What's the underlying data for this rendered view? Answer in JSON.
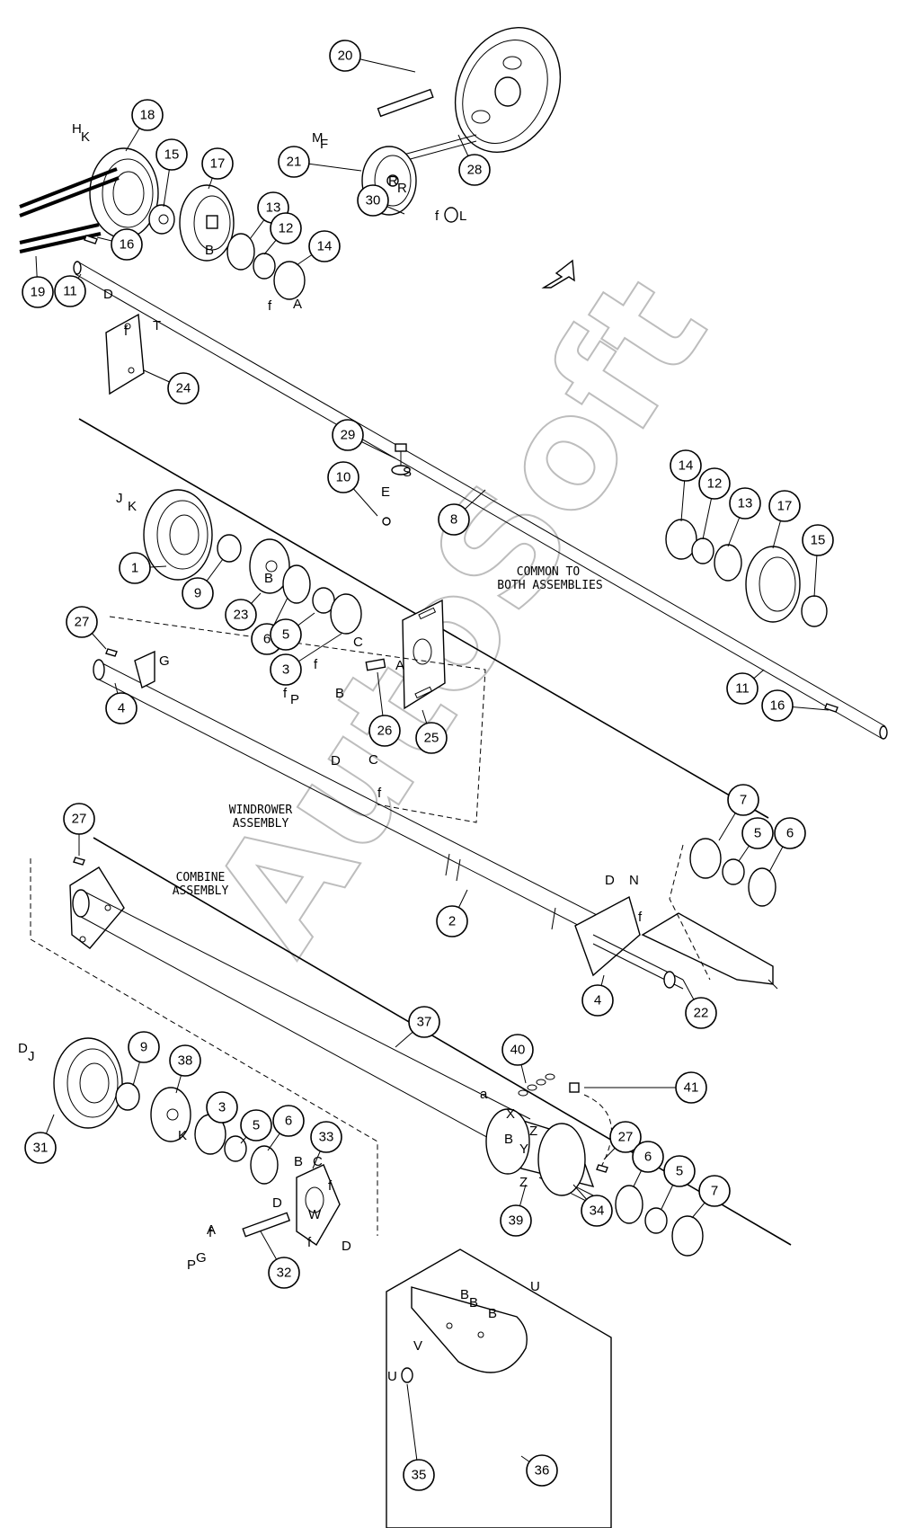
{
  "callouts": [
    "20",
    "18",
    "28",
    "21",
    "15",
    "17",
    "13",
    "12",
    "14",
    "30",
    "16",
    "19",
    "11",
    "24",
    "29",
    "10",
    "8",
    "14",
    "12",
    "13",
    "17",
    "15",
    "1",
    "9",
    "23",
    "6",
    "5",
    "3",
    "27",
    "4",
    "26",
    "25",
    "11",
    "16",
    "2",
    "7",
    "5",
    "6",
    "4",
    "22",
    "27",
    "37",
    "40",
    "41",
    "31",
    "9",
    "38",
    "3",
    "5",
    "6",
    "33",
    "32",
    "39",
    "34",
    "27",
    "6",
    "5",
    "7",
    "36",
    "35"
  ],
  "letters": [
    "H",
    "K",
    "M",
    "F",
    "R",
    "R",
    "f",
    "L",
    "B",
    "f",
    "A",
    "D",
    "f",
    "T",
    "S",
    "E",
    "J",
    "K",
    "B",
    "C",
    "f",
    "A",
    "B",
    "f",
    "P",
    "G",
    "D",
    "C",
    "f",
    "D",
    "N",
    "f",
    "D",
    "J",
    "K",
    "B",
    "C",
    "f",
    "D",
    "W",
    "A",
    "f",
    "P",
    "G",
    "f",
    "D",
    "a",
    "X",
    "B",
    "Z",
    "Y",
    "Z",
    "B",
    "B",
    "B",
    "U",
    "V",
    "U"
  ],
  "notes": {
    "common": [
      "COMMON TO",
      "BOTH ASSEMBLIES"
    ],
    "windrower": [
      "WINDROWER",
      "ASSEMBLY"
    ],
    "combine": [
      "COMBINE",
      "ASSEMBLY"
    ]
  },
  "watermark": "AutoSoft"
}
